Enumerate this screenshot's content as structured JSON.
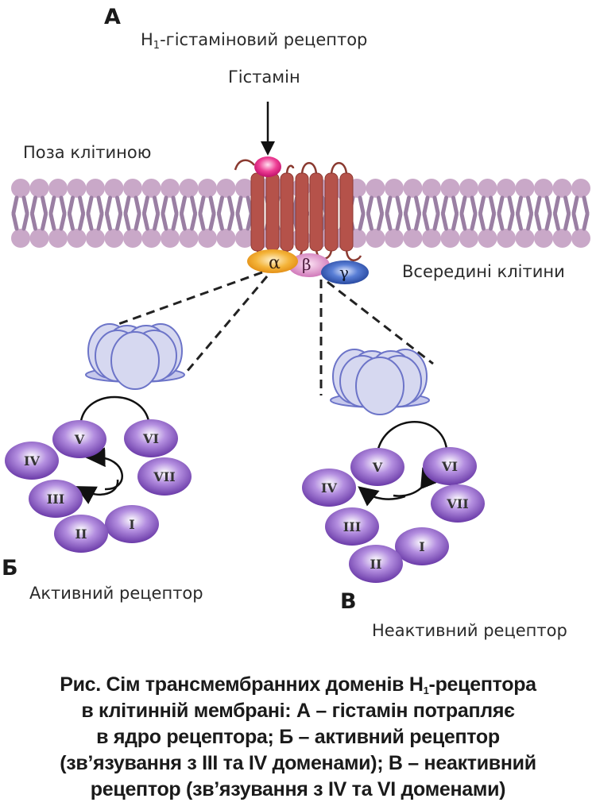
{
  "panels": {
    "a": {
      "letter": "А",
      "receptor_title_prefix": "H",
      "receptor_title_sub": "1",
      "receptor_title_rest": "-гістаміновий рецептор",
      "ligand": "Гістамін",
      "outside": "Поза клітиною",
      "inside": "Всередині клітини"
    },
    "b": {
      "letter": "Б",
      "label": "Активний рецептор"
    },
    "c": {
      "letter": "В",
      "label": "Неактивний рецептор"
    }
  },
  "g_protein": {
    "alpha": "α",
    "beta": "β",
    "gamma": "γ"
  },
  "domains": [
    "I",
    "II",
    "III",
    "IV",
    "V",
    "VI",
    "VII"
  ],
  "colors": {
    "membrane_head": "#c9a8c8",
    "membrane_tail": "#9a7fa3",
    "helix": "#b5524a",
    "histamine": "#e0257d",
    "alpha": "#f0a020",
    "beta": "#d98ac4",
    "gamma": "#2f56b0",
    "barrel": "#d6d8f0",
    "domain": "#8a5ac4"
  },
  "caption": {
    "line1_prefix": "Рис. Сім трансмембранних доменів H",
    "line1_sub": "1",
    "line1_rest": "-рецептора",
    "line2": "в клітинній мембрані: А – гістамін потрапляє",
    "line3": "в ядро рецептора; Б – активний рецептор",
    "line4": "(зв’язування з III та IV доменами); В – неактивний",
    "line5": "рецептор (зв’язування з IV та VI доменами)"
  }
}
